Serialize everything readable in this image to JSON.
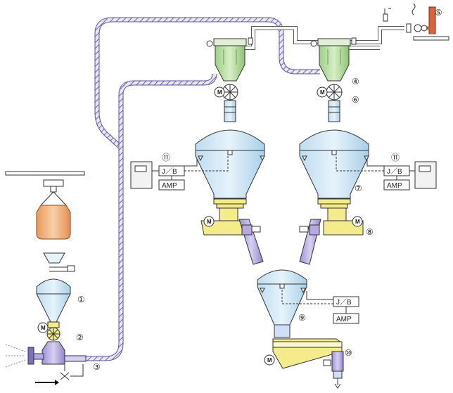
{
  "labels": {
    "n1": "①",
    "n2": "②",
    "n3": "③",
    "n4": "④",
    "n5": "⑤",
    "n6": "⑥",
    "n7": "⑦",
    "n8": "⑧",
    "n9": "⑨",
    "n10": "⑩",
    "n11a": "⑪",
    "n11b": "⑪",
    "jb": "J／B",
    "amp": "AMP",
    "motor": "M"
  },
  "colors": {
    "hopper_blue": "#cfe6f5",
    "filter_green": "#b9dca0",
    "feeder_yellow": "#f4ec8a",
    "bag_orange": "#f2b27a",
    "pipe_purple": "#8a82c8",
    "rotary_purple": "#b6a8e0",
    "heater_red": "#d9623a"
  }
}
